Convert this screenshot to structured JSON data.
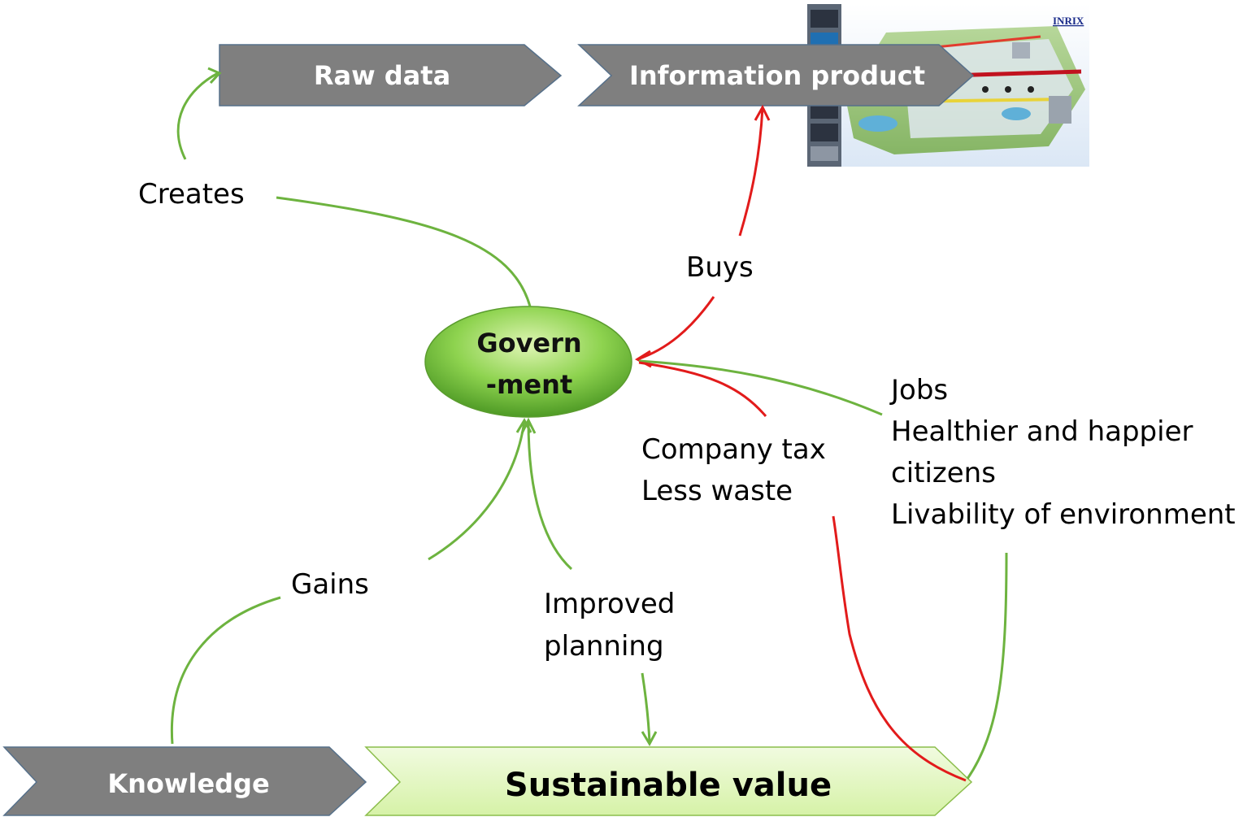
{
  "chevrons": {
    "raw_data": "Raw data",
    "information_product": "Information product",
    "knowledge": "Knowledge",
    "sustainable_value": "Sustainable value"
  },
  "node": {
    "line1": "Govern",
    "line2": "-ment"
  },
  "edge_labels": {
    "creates": "Creates",
    "buys": "Buys",
    "gains": "Gains",
    "improved_line1": "Improved",
    "improved_line2": "planning",
    "tax_line1": "Company tax",
    "tax_line2": "Less waste",
    "jobs_line1": "Jobs",
    "jobs_line2": "Healthier and happier",
    "jobs_line3": "citizens",
    "jobs_line4": "Livability of environment"
  },
  "map_image": {
    "brand": "INRIX"
  },
  "colors": {
    "chevron_gray": "#7f7f7f",
    "chevron_green": "#e2f7c0",
    "node_green": "#7cc043",
    "arrow_green": "#6db33f",
    "arrow_red": "#e21b1b"
  }
}
